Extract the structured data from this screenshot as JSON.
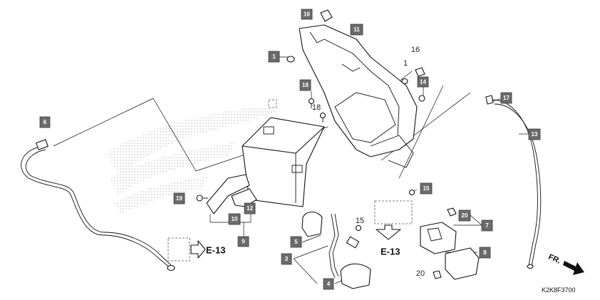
{
  "callouts": [
    {
      "id": "c16a",
      "text": "16"
    },
    {
      "id": "c11",
      "text": "11"
    },
    {
      "id": "c1a",
      "text": "1"
    },
    {
      "id": "c18a",
      "text": "18"
    },
    {
      "id": "c14",
      "text": "14"
    },
    {
      "id": "c17",
      "text": "17"
    },
    {
      "id": "c6",
      "text": "6"
    },
    {
      "id": "c13",
      "text": "13"
    },
    {
      "id": "c19",
      "text": "19"
    },
    {
      "id": "c12",
      "text": "12"
    },
    {
      "id": "c10",
      "text": "10"
    },
    {
      "id": "c9",
      "text": "9"
    },
    {
      "id": "c15a",
      "text": "15"
    },
    {
      "id": "c5",
      "text": "5"
    },
    {
      "id": "c3",
      "text": "3"
    },
    {
      "id": "c4",
      "text": "4"
    },
    {
      "id": "c20a",
      "text": "20"
    },
    {
      "id": "c7",
      "text": "7"
    },
    {
      "id": "c8",
      "text": "8"
    }
  ],
  "plain_numbers": [
    {
      "id": "p16",
      "text": "16"
    },
    {
      "id": "p1",
      "text": "1"
    },
    {
      "id": "p18",
      "text": "18"
    },
    {
      "id": "p15",
      "text": "15"
    },
    {
      "id": "p20",
      "text": "20"
    }
  ],
  "references": {
    "e13_left": "E-13",
    "e13_center": "E-13"
  },
  "direction_label": "FR.",
  "diagram_code": "K2K8F3700"
}
